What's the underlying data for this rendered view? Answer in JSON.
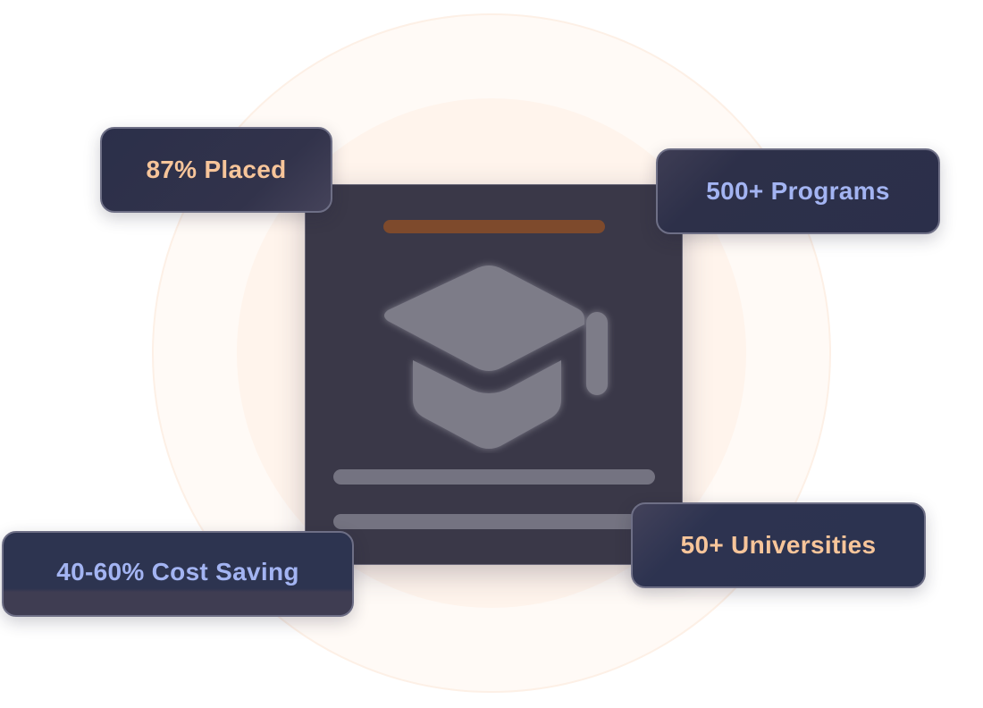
{
  "illustration": {
    "icon": "graduation-cap-icon",
    "colors": {
      "background": "#ffffff",
      "outer_circle": "#fffaf6",
      "inner_circle": "#fff4ec",
      "card": "#3a3848",
      "accent_bar": "#7e4a2c",
      "icon_fill": "#7d7b88",
      "placeholder_lines": "#747381",
      "badge_bg": "#2d3149",
      "badge_text_orange": "#f7c59a",
      "badge_text_blue": "#a3b4f2"
    }
  },
  "badges": {
    "placed": "87% Placed",
    "programs": "500+ Programs",
    "cost_saving": "40-60% Cost Saving",
    "universities": "50+ Universities"
  }
}
